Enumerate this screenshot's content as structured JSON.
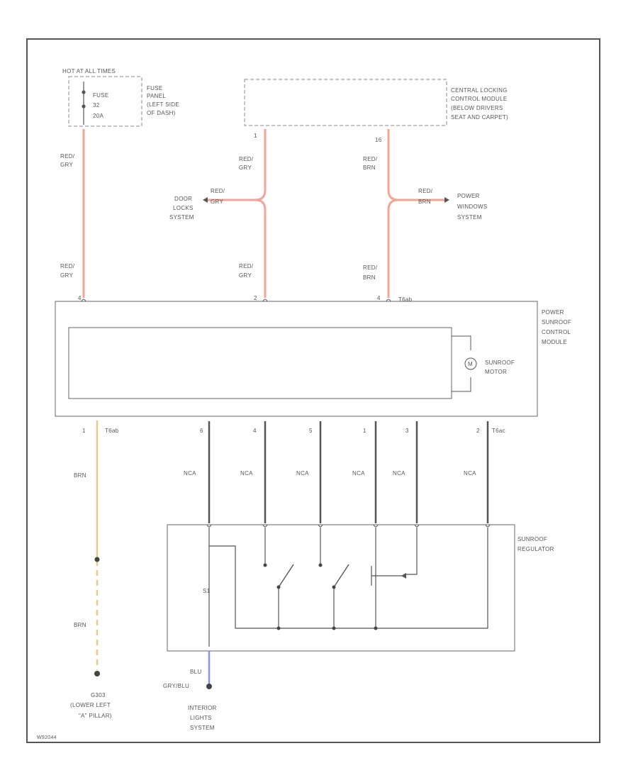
{
  "fuse_block": {
    "header": "HOT AT ALL TIMES",
    "fuse_lines": [
      "FUSE",
      "32",
      "20A"
    ],
    "location": [
      "FUSE",
      "PANEL",
      "(LEFT SIDE",
      "OF DASH)"
    ]
  },
  "central_locking": {
    "label": [
      "CENTRAL LOCKING",
      "CONTROL MODULE",
      "(BELOW DRIVERS",
      "SEAT AND CARPET)"
    ],
    "pin_left": "1",
    "pin_right": "16"
  },
  "wires": {
    "fuse_wire_top": [
      "RED/",
      "GRY"
    ],
    "fuse_wire_bottom": [
      "RED/",
      "GRY"
    ],
    "mid_wire_top": [
      "RED/",
      "GRY"
    ],
    "mid_wire_bottom": [
      "RED/",
      "GRY"
    ],
    "mid_branch": [
      "RED/",
      "GRY"
    ],
    "right_wire_top": [
      "RED/",
      "BRN"
    ],
    "right_wire_bottom": [
      "RED/",
      "BRN"
    ],
    "right_branch": [
      "RED/",
      "BRN"
    ],
    "ground_top": "BRN",
    "ground_bottom": "BRN",
    "nca": "NCA",
    "interior_wire": [
      "BLU",
      "GRY/BLU"
    ]
  },
  "door_locks": [
    "DOOR",
    "LOCKS",
    "SYSTEM"
  ],
  "power_windows": [
    "POWER",
    "WINDOWS",
    "SYSTEM"
  ],
  "module": {
    "label": [
      "POWER",
      "SUNROOF",
      "CONTROL",
      "MODULE"
    ],
    "top_pins": [
      "4",
      "2",
      "4"
    ],
    "top_connector": "T6ab",
    "bottom_connector_left": "T6ab",
    "bottom_connector_right": "T6ac",
    "bottom_pins": [
      "1",
      "6",
      "4",
      "5",
      "1",
      "3",
      "2"
    ],
    "motor_label": [
      "SUNROOF",
      "MOTOR"
    ],
    "motor_symbol": "M"
  },
  "regulator": {
    "label": [
      "SUNROOF",
      "REGULATOR"
    ],
    "switch_label": "S1"
  },
  "ground": [
    "G303",
    "(LOWER LEFT",
    "\"A\" PILLAR)"
  ],
  "interior_lights": [
    "INTERIOR",
    "LIGHTS",
    "SYSTEM"
  ],
  "footer_code": "W92044",
  "colors": {
    "red_grey_wire": "#f3a39b",
    "red_brown_wire": "#f2a696",
    "brown_wire": "#e8c98a",
    "blue_wire": "#8c8ef0",
    "black_wire": "#555555",
    "outline": "#555555",
    "dashed_outline": "#888888"
  }
}
